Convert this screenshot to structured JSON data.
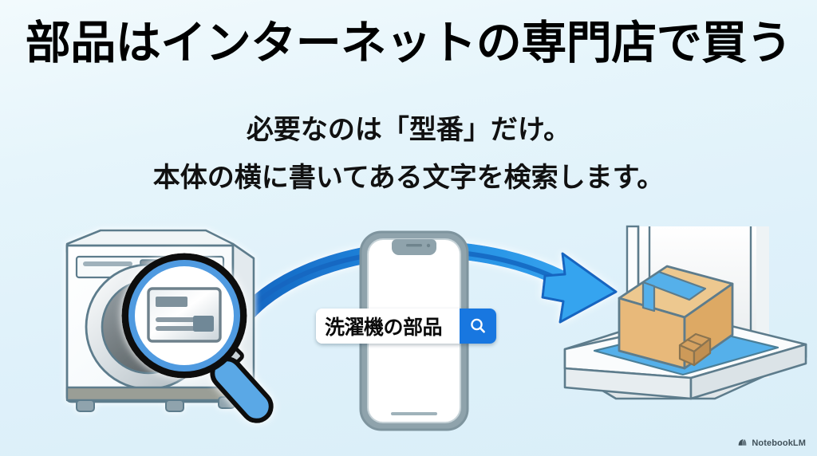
{
  "slide": {
    "title": "部品はインターネットの専門店で買う",
    "subtitle_line1": "必要なのは「型番」だけ。",
    "subtitle_line2": "本体の横に書いてある文字を検索します。",
    "background_top_color": "#f2fafd",
    "background_bottom_color": "#d9eef8",
    "title_color": "#000000",
    "subtitle_color": "#111111"
  },
  "search": {
    "query_value": "洗濯機の部品",
    "placeholder": "洗濯機の部品",
    "button_icon": "search-icon",
    "button_color": "#1877e0",
    "field_background": "#ffffff"
  },
  "illustration": {
    "washing_machine": {
      "name": "washing-machine",
      "body_color": "#fbfdfe",
      "outline_color": "#5d7c8c",
      "door_glass_color": "#6e757a",
      "panel_color": "#7e8f99"
    },
    "magnifier": {
      "name": "magnifying-glass",
      "rim_color": "#4f9ae0",
      "outline_color": "#0d0d0d",
      "handle_color": "#5aa8e6",
      "lens_fill": "#ffffff",
      "label_inside": "model-number-sticker"
    },
    "phone": {
      "name": "smartphone",
      "frame_color": "#7e949e",
      "screen_color": "#ffffff",
      "has_notch": true,
      "has_home_indicator": true
    },
    "arrow": {
      "name": "curved-arrow",
      "color": "#2f9ae8",
      "stroke_color": "#1565c0",
      "direction": "left-to-right"
    },
    "package": {
      "name": "cardboard-box-delivery",
      "box_color": "#e8b97a",
      "box_top_color": "#edc88f",
      "tape_color": "#5bb3ec",
      "mat_color": "#5bb3ec",
      "doorstep_color": "#eef2f4",
      "icon_on_box": "box-icon"
    }
  },
  "watermark": {
    "label": "NotebookLM",
    "icon": "notebooklm-logo-icon"
  }
}
